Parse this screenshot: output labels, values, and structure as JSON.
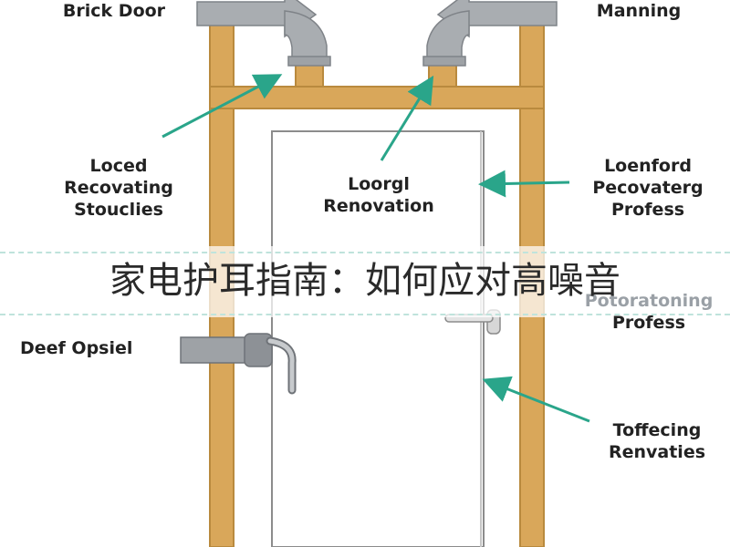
{
  "labels": {
    "top_left": "Brick Door",
    "top_right": "Manning",
    "left_upper": [
      "Loced",
      "Recovating",
      "Stouclies"
    ],
    "center": [
      "Loorgl",
      "Renovation"
    ],
    "right_upper": [
      "Loenford",
      "Pecovaterg",
      "Profess"
    ],
    "right_middle_faded": "Potoratoning",
    "right_middle": "Profess",
    "left_lower": "Deef Opsiel",
    "right_lower": [
      "Toffecing",
      "Renvaties"
    ]
  },
  "banner": {
    "text": "家电护耳指南：如何应对高噪音"
  },
  "colors": {
    "frame_wood": "#d9a75a",
    "frame_edge": "#b98a3e",
    "pipe_gray": "#a9adb1",
    "arrow_teal": "#2aa58a",
    "door_fill": "#ffffff",
    "door_edge": "#8c8c8c"
  }
}
